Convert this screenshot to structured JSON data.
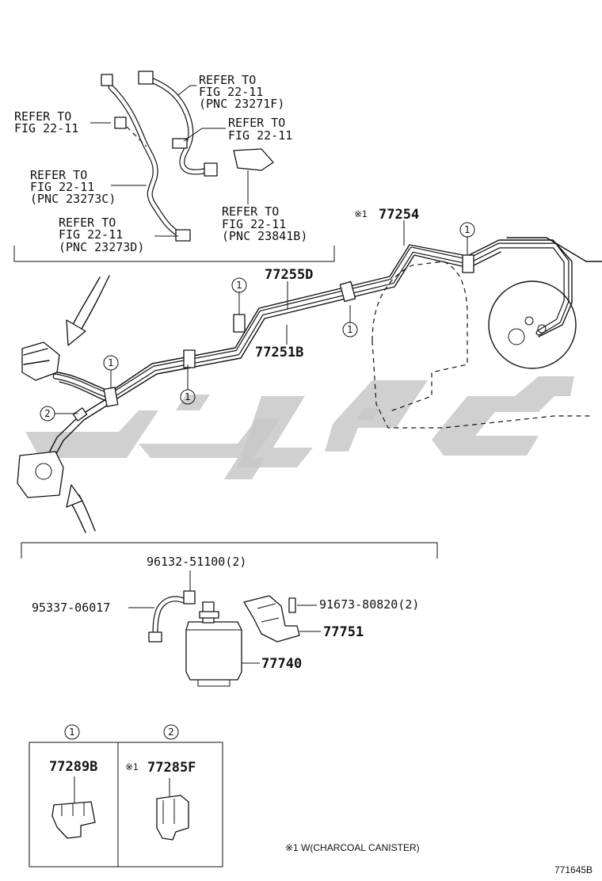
{
  "refs": {
    "r1": [
      "REFER TO",
      "FIG 22-11",
      "(PNC 23271F)"
    ],
    "r2": [
      "REFER TO",
      "FIG 22-11"
    ],
    "r3": [
      "REFER TO",
      "FIG 22-11"
    ],
    "r4": [
      "REFER TO",
      "FIG 22-11",
      "(PNC 23273C)"
    ],
    "r5": [
      "REFER TO",
      "FIG 22-11",
      "(PNC 23273D)"
    ],
    "r6": [
      "REFER TO",
      "FIG 22-11",
      "(PNC 23841B)"
    ]
  },
  "parts": {
    "p77254": "77254",
    "p77255D": "77255D",
    "p77251B": "77251B",
    "p96132": "96132-51100(2)",
    "p95337": "95337-06017",
    "p91673": "91673-80820(2)",
    "p77751": "77751",
    "p77740": "77740",
    "p77289B": "77289B",
    "p77285F": "77285F"
  },
  "marks": {
    "one": "1",
    "two": "2",
    "star1": "※1"
  },
  "footnote": "※1 W(CHARCOAL CANISTER)",
  "figure_id": "771645B"
}
